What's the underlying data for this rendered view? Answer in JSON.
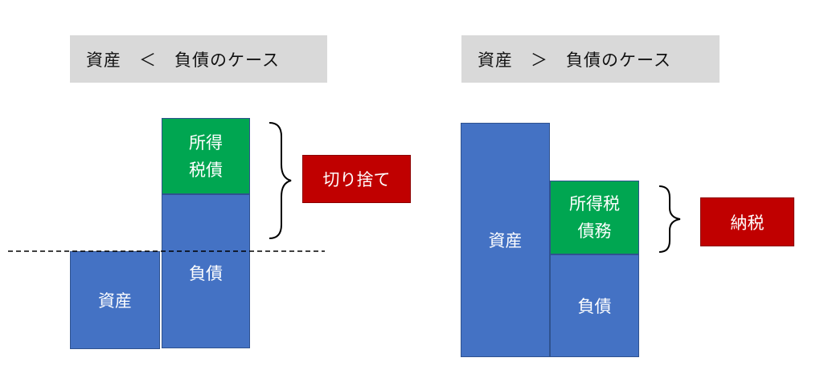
{
  "left_case": {
    "title": "資産　＜　負債のケース",
    "asset_label": "資産",
    "liability_label": "負債",
    "tax_liability_label": "所得\n税債",
    "result_label": "切り捨て"
  },
  "right_case": {
    "title": "資産　＞　負債のケース",
    "asset_label": "資産",
    "liability_label": "負債",
    "tax_liability_label": "所得税\n債務",
    "result_label": "納税"
  },
  "colors": {
    "asset_liability": "#4472c4",
    "tax_liability": "#00a651",
    "result": "#c00000",
    "title_background": "#d9d9d9"
  }
}
